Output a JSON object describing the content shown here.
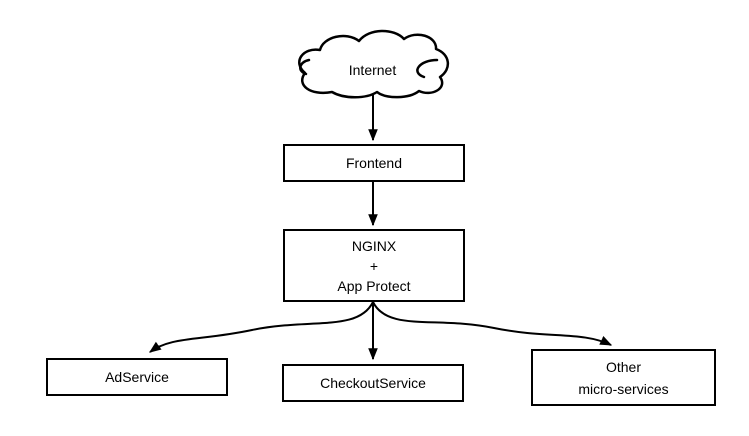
{
  "diagram": {
    "type": "flowchart",
    "background": "#ffffff",
    "stroke_color": "#000000",
    "node_fill": "#ffffff",
    "nodes": {
      "internet": {
        "label": "Internet",
        "shape": "cloud"
      },
      "frontend": {
        "label": "Frontend",
        "shape": "rectangle"
      },
      "nginx_app_protect": {
        "label": "NGINX\n+\nApp Protect",
        "shape": "rectangle"
      },
      "adservice": {
        "label": "AdService",
        "shape": "rectangle"
      },
      "checkoutservice": {
        "label": "CheckoutService",
        "shape": "rectangle"
      },
      "other_microservices": {
        "label": "Other\nmicro-services",
        "shape": "rectangle"
      }
    },
    "edges": [
      {
        "from": "Internet",
        "to": "Frontend"
      },
      {
        "from": "Frontend",
        "to": "NGINX + App Protect"
      },
      {
        "from": "NGINX + App Protect",
        "to": "AdService"
      },
      {
        "from": "NGINX + App Protect",
        "to": "CheckoutService"
      },
      {
        "from": "NGINX + App Protect",
        "to": "Other micro-services"
      }
    ]
  }
}
